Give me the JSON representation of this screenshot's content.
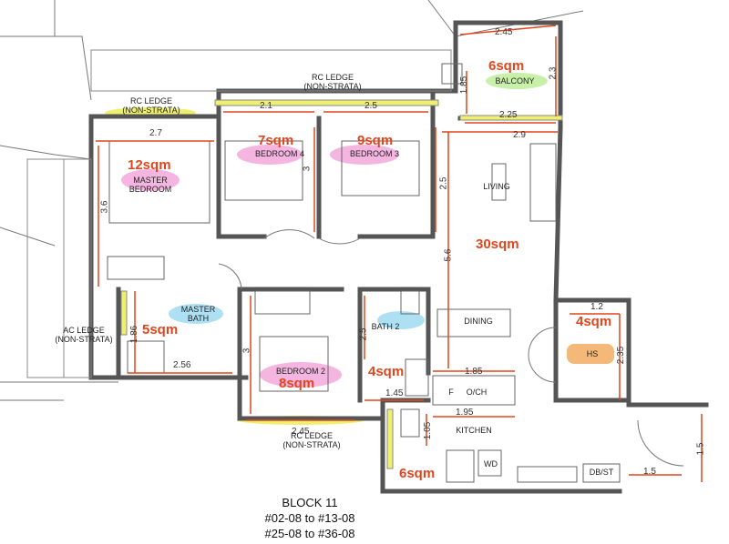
{
  "plan": {
    "block_title": "BLOCK 11",
    "units_line1": "#02-08 to #13-08",
    "units_line2": "#25-08 to #36-08",
    "rooms": {
      "balcony": {
        "label": "BALCONY",
        "area": "6sqm"
      },
      "bedroom4": {
        "label": "BEDROOM 4",
        "area": "7sqm"
      },
      "bedroom3": {
        "label": "BEDROOM 3",
        "area": "9sqm"
      },
      "master_bedroom": {
        "label": "MASTER\nBEDROOM",
        "area": "12sqm"
      },
      "living": {
        "label": "LIVING",
        "area": "30sqm"
      },
      "dining": {
        "label": "DINING"
      },
      "master_bath": {
        "label": "MASTER\nBATH",
        "area": "5sqm"
      },
      "bath2": {
        "label": "BATH 2",
        "area": "4sqm"
      },
      "bedroom2": {
        "label": "BEDROOM 2",
        "area": "8sqm"
      },
      "hs": {
        "label": "HS",
        "area": "4sqm"
      },
      "kitchen": {
        "label": "KITCHEN",
        "area": "6sqm"
      },
      "fridge": {
        "label": "F"
      },
      "och": {
        "label": "O/CH"
      },
      "wd": {
        "label": "WD"
      },
      "dbst": {
        "label": "DB/ST"
      }
    },
    "ledges": {
      "rc_top": "RC LEDGE\n(NON-STRATA)",
      "rc_left": "RC LEDGE\n(NON-STRATA)",
      "ac": "AC LEDGE\n(NON-STRATA)",
      "rc_bottom": "RC LEDGE\n(NON-STRATA)"
    },
    "dimensions": {
      "d_245_top": "2.45",
      "d_185_bal": "1.85",
      "d_23_bal": "2.3",
      "d_225": "2.25",
      "d_29": "2.9",
      "d_21": "2.1",
      "d_25_b3": "2.5",
      "d_27": "2.7",
      "d_36": "3.6",
      "d_3_b4": "3",
      "d_25_liv": "2.5",
      "d_56": "5.6",
      "d_12": "1.2",
      "d_235": "2.35",
      "d_186": "1.86",
      "d_256": "2.56",
      "d_3_b2": "3",
      "d_25_bath2": "2.5",
      "d_185_din": "1.85",
      "d_145": "1.45",
      "d_195": "1.95",
      "d_105": "1.05",
      "d_245_b2": "2.45",
      "d_15_v": "1.5",
      "d_15_h": "1.5"
    },
    "colors": {
      "wall": "#555555",
      "dimension": "#e0461e",
      "highlight_pink": "#f4b6e0",
      "highlight_green": "#c8f0a8",
      "highlight_blue": "#aee0f4",
      "highlight_yellow": "#f0f070",
      "highlight_orange": "#f4b878"
    }
  }
}
